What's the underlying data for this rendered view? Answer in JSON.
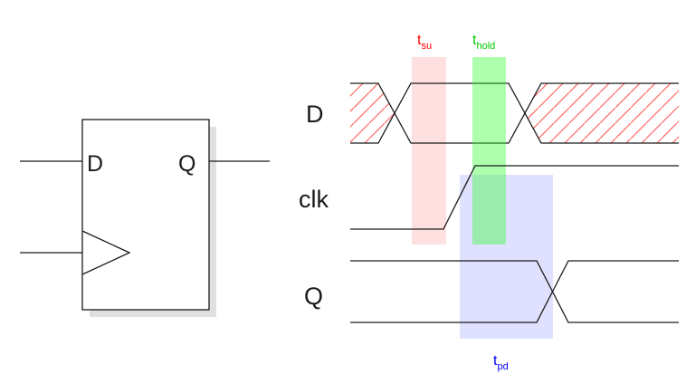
{
  "flipflop": {
    "input_d": "D",
    "output_q": "Q"
  },
  "timing": {
    "signals": [
      {
        "name": "D"
      },
      {
        "name": "clk"
      },
      {
        "name": "Q"
      }
    ],
    "annotations": {
      "setup": {
        "base": "t",
        "sub": "su",
        "color": "#ff0000"
      },
      "hold": {
        "base": "t",
        "sub": "hold",
        "color": "#00cc00"
      },
      "prop": {
        "base": "t",
        "sub": "pd",
        "color": "#0000ff"
      }
    }
  },
  "colors": {
    "line": "#1a1a1a",
    "hatch": "#ff6666",
    "setup_fill": "#ff9999",
    "hold_fill": "#33ff33",
    "prop_fill": "#9999ff",
    "shadow": "#e0e0e0"
  }
}
